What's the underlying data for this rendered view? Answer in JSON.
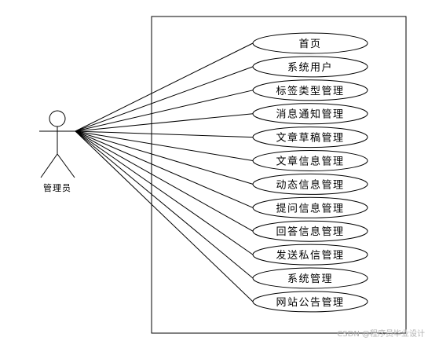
{
  "actor": {
    "label": "管理员"
  },
  "use_cases": [
    {
      "label": "首页"
    },
    {
      "label": "系统用户"
    },
    {
      "label": "标签类型管理"
    },
    {
      "label": "消息通知管理"
    },
    {
      "label": "文章草稿管理"
    },
    {
      "label": "文章信息管理"
    },
    {
      "label": "动态信息管理"
    },
    {
      "label": "提问信息管理"
    },
    {
      "label": "回答信息管理"
    },
    {
      "label": "发送私信管理"
    },
    {
      "label": "系统管理"
    },
    {
      "label": "网站公告管理"
    }
  ],
  "watermark": "CSDN @程序员毕业设计",
  "colors": {
    "stroke": "#000000",
    "background": "#ffffff",
    "watermark": "#b0b0b0"
  }
}
